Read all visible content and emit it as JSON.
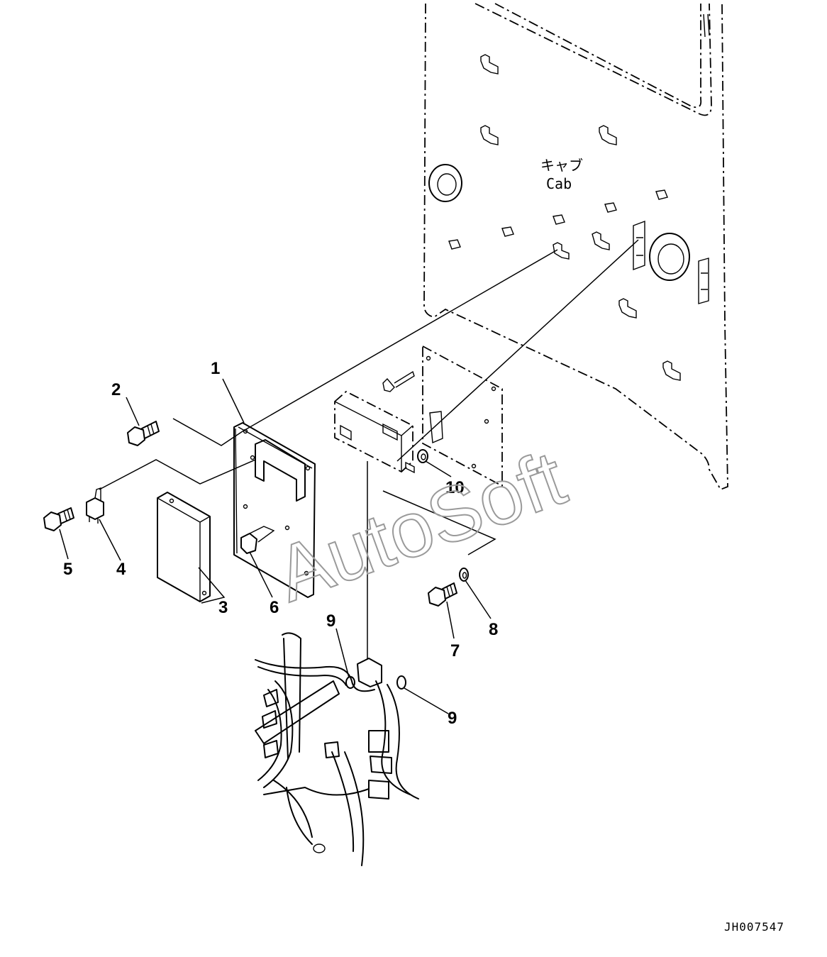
{
  "cab_label": {
    "jp": "キャブ",
    "en": "Cab"
  },
  "watermark": "AutoSoft",
  "drawing_id": "JH007547",
  "callouts": [
    "1",
    "2",
    "3",
    "4",
    "5",
    "6",
    "7",
    "8",
    "9",
    "9",
    "10"
  ]
}
